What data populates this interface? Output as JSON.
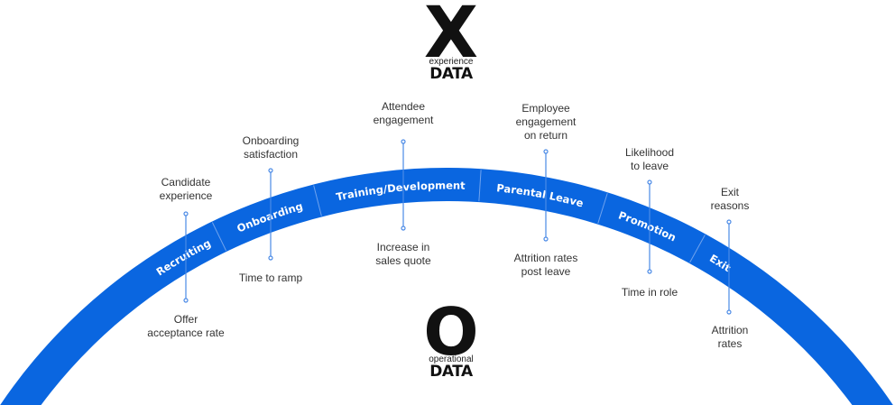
{
  "logos": {
    "experience": {
      "letter": "X",
      "sub": "experience",
      "data": "DATA"
    },
    "operational": {
      "letter": "O",
      "sub": "operational",
      "data": "DATA"
    }
  },
  "colors": {
    "arc": "#0A66E0",
    "connector": "#4A8AE6",
    "text": "#333333",
    "stage_text": "#ffffff"
  },
  "stages": [
    {
      "label": "Recruiting",
      "top_metric": "Candidate\nexperience",
      "bottom_metric": "Offer\nacceptance rate"
    },
    {
      "label": "Onboarding",
      "top_metric": "Onboarding\nsatisfaction",
      "bottom_metric": "Time to ramp"
    },
    {
      "label": "Training/Development",
      "top_metric": "Attendee\nengagement",
      "bottom_metric": "Increase in\nsales quote"
    },
    {
      "label": "Parental Leave",
      "top_metric": "Employee\nengagement\non return",
      "bottom_metric": "Attrition rates\npost leave"
    },
    {
      "label": "Promotion",
      "top_metric": "Likelihood\nto leave",
      "bottom_metric": "Time in role"
    },
    {
      "label": "Exit",
      "top_metric": "Exit\nreasons",
      "bottom_metric": "Attrition\nrates"
    }
  ]
}
